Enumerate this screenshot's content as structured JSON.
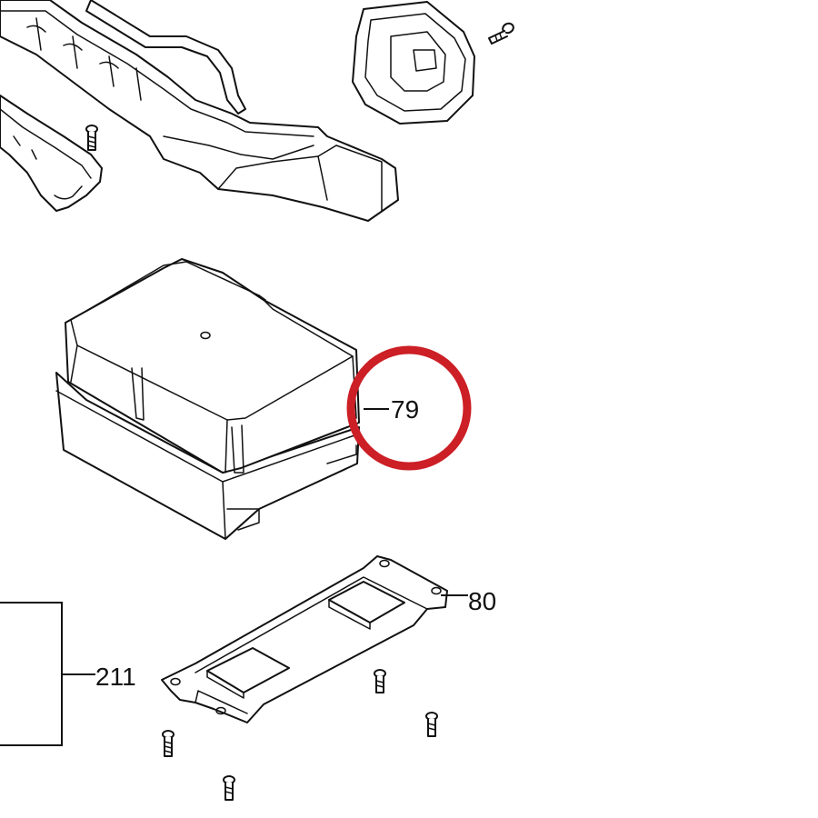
{
  "diagram": {
    "callouts": [
      {
        "id": "79",
        "label": "79",
        "highlighted": true
      },
      {
        "id": "80",
        "label": "80",
        "highlighted": false
      },
      {
        "id": "211",
        "label": "211",
        "highlighted": false
      }
    ],
    "highlight_color": "#cc1f26",
    "line_color": "#111111",
    "background": "#ffffff"
  }
}
